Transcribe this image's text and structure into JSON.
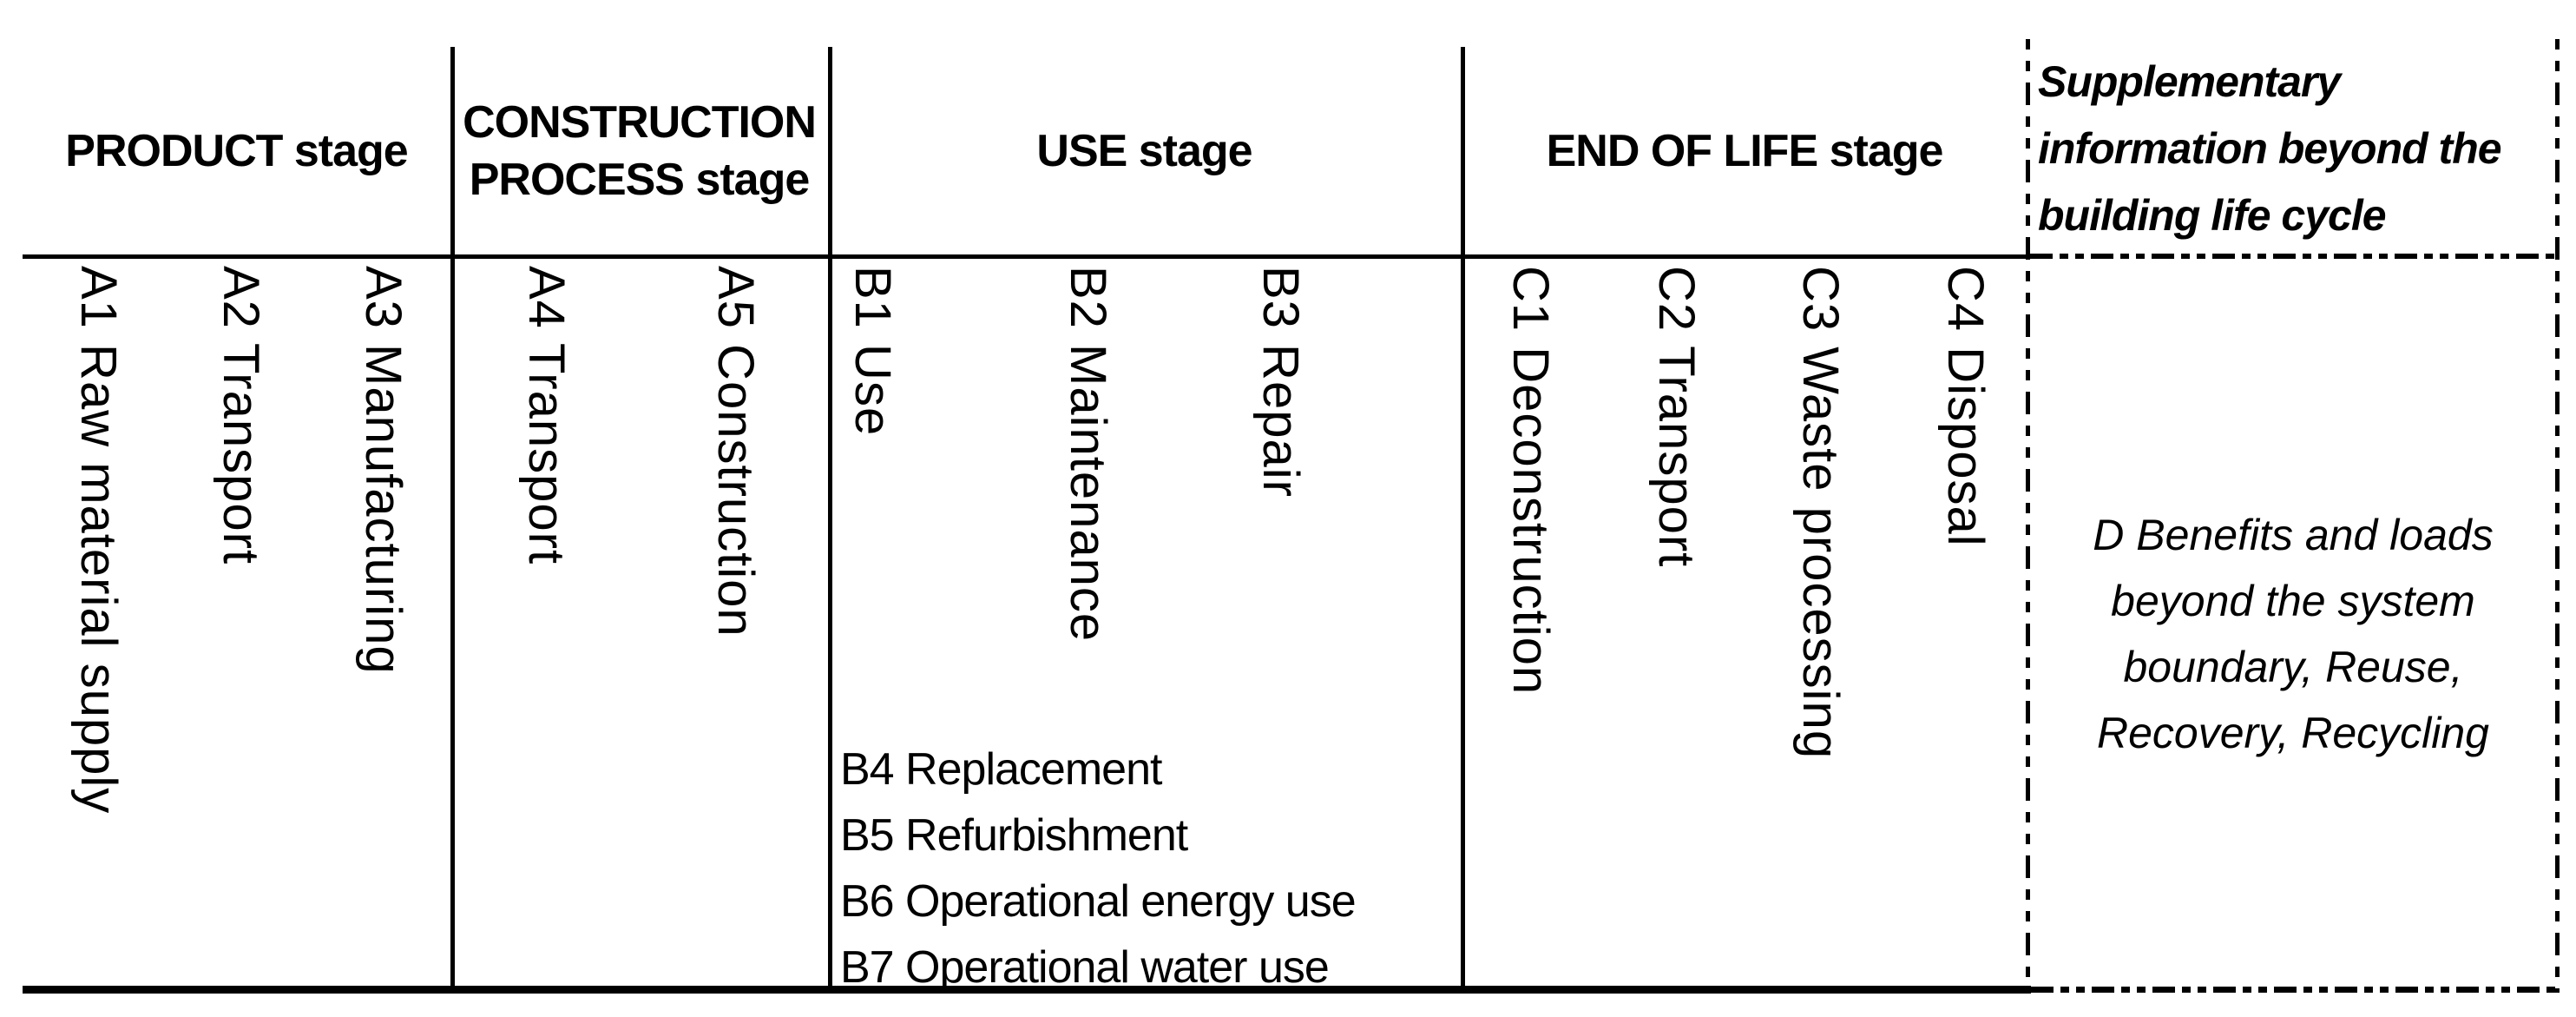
{
  "diagram": {
    "headers": {
      "product": "PRODUCT stage",
      "construction": "CONSTRUCTION PROCESS stage",
      "use": "USE stage",
      "end_of_life": "END OF LIFE stage",
      "supplementary": "Supplementary information beyond the building life cycle"
    },
    "modules": {
      "product": [
        "A1 Raw material supply",
        "A2 Transport",
        "A3 Manufacturing"
      ],
      "construction": [
        "A4 Transport",
        "A5 Construction"
      ],
      "use_vertical": [
        "B1 Use",
        "B2 Maintenance",
        "B3 Repair"
      ],
      "use_horizontal": [
        "B4 Replacement",
        "B5 Refurbishment",
        "B6 Operational energy use",
        "B7 Operational water use"
      ],
      "end_of_life": [
        "C1 Deconstruction",
        "C2 Transport",
        "C3 Waste processing",
        "C4 Disposal"
      ]
    },
    "supplementary_note": "D Benefits and loads beyond the system boundary, Reuse, Recovery, Recycling",
    "colors": {
      "line": "#000000",
      "background": "#ffffff",
      "text": "#000000"
    }
  }
}
